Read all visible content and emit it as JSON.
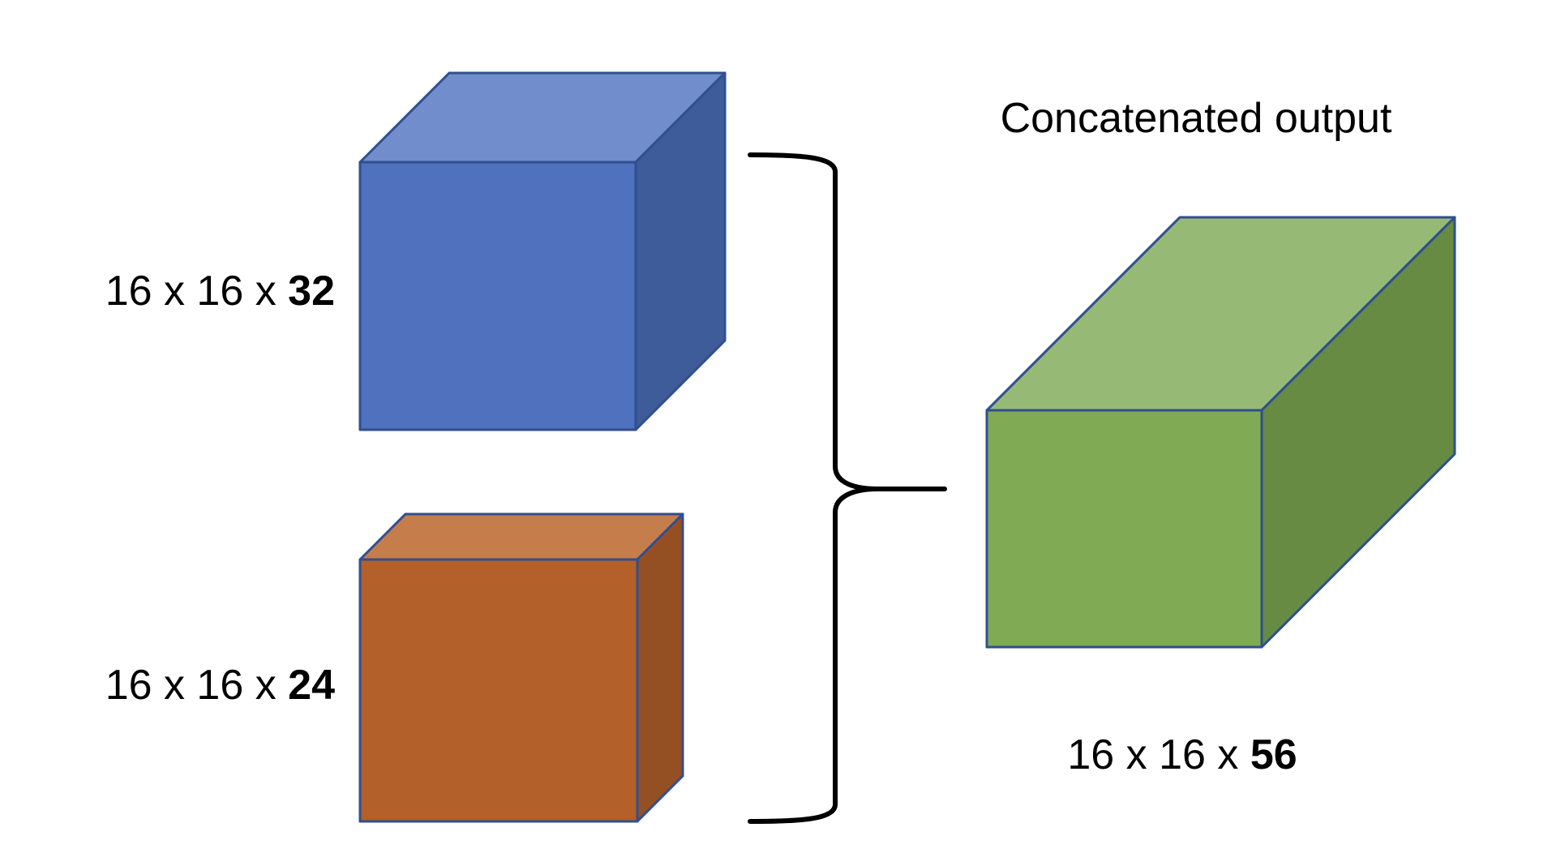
{
  "inputs": [
    {
      "label_prefix": "16 x 16 x ",
      "label_bold": "32",
      "colors": {
        "front": "#4F71BE",
        "top": "#718DCB",
        "side": "#3E5C9A"
      }
    },
    {
      "label_prefix": "16 x 16 x ",
      "label_bold": "24",
      "colors": {
        "front": "#B4602A",
        "top": "#C57D4B",
        "side": "#944F22"
      }
    }
  ],
  "output": {
    "title": "Concatenated output",
    "label_prefix": "16 x 16 x ",
    "label_bold": "56",
    "colors": {
      "front": "#80AB54",
      "top": "#97B976",
      "side": "#678B42"
    }
  },
  "outline_color": "#2F4F8F"
}
